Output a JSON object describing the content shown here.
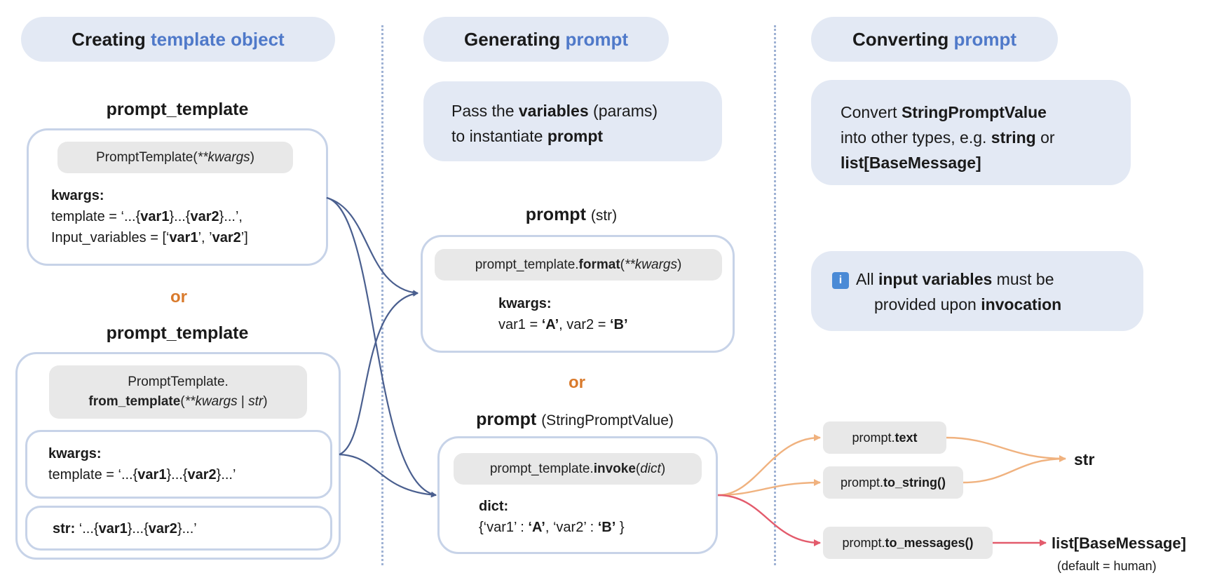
{
  "columns": {
    "creating": {
      "title_prefix": "Creating",
      "title_accent": "template object"
    },
    "generating": {
      "title_prefix": "Generating",
      "title_accent": "prompt"
    },
    "converting": {
      "title_prefix": "Converting",
      "title_accent": "prompt"
    }
  },
  "creating": {
    "block1": {
      "heading": "prompt_template",
      "chip": {
        "name": "PromptTemplate(",
        "args": "**kwargs",
        "close": ")"
      },
      "kwargs_label": "kwargs:",
      "line1": {
        "a": "template = ‘...{",
        "v1": "var1",
        "b": "}...{",
        "v2": "var2",
        "c": "}...’,"
      },
      "line2": {
        "a": "Input_variables = [‘",
        "v1": "var1",
        "b": "’, ’",
        "v2": "var2",
        "c": "’]"
      }
    },
    "or": "or",
    "block2": {
      "heading": "prompt_template",
      "chip": {
        "line1": "PromptTemplate.",
        "method": "from_template",
        "open": "(",
        "args": "**kwargs",
        "sep": " | ",
        "args2": "str",
        "close": ")"
      },
      "kwargs_label": "kwargs:",
      "line1": {
        "a": "template = ‘...{",
        "v1": "var1",
        "b": "}...{",
        "v2": "var2",
        "c": "}...’"
      },
      "str_label": "str:",
      "str_line": {
        "a": " ‘...{",
        "v1": "var1",
        "b": "}...{",
        "v2": "var2",
        "c": "}...’"
      }
    }
  },
  "generating": {
    "note": {
      "a": "Pass the ",
      "b": "variables",
      "c": " (params)",
      "d": "to instantiate ",
      "e": "prompt"
    },
    "block1": {
      "heading": "prompt",
      "heading_sub": "(str)",
      "chip": {
        "a": "prompt_template.",
        "method": "format",
        "open": "(",
        "args": "**kwargs",
        "close": ")"
      },
      "kwargs_label": "kwargs:",
      "line": {
        "a": "var1 = ",
        "v1": "‘A’",
        "b": ",  var2 = ",
        "v2": "‘B’"
      }
    },
    "or": "or",
    "block2": {
      "heading": "prompt",
      "heading_sub": "(StringPromptValue)",
      "chip": {
        "a": "prompt_template.",
        "method": "invoke",
        "open": "(",
        "args": "dict",
        "close": ")"
      },
      "dict_label": "dict:",
      "line": {
        "a": "{‘var1’ : ",
        "v1": "‘A’",
        "b": ",  ‘var2’ : ",
        "v2": "‘B’",
        "c": " }"
      }
    }
  },
  "converting": {
    "note1": {
      "a": "Convert ",
      "b": "StringPromptValue",
      "c": "into other types, e.g. ",
      "d": "string",
      "e": " or",
      "f": "list[BaseMessage]"
    },
    "note2": {
      "icon": "i",
      "a": "All ",
      "b": "input variables",
      "c": " must be",
      "d": "provided upon ",
      "e": "invocation"
    },
    "methods": [
      {
        "prefix": "prompt.",
        "name": "text"
      },
      {
        "prefix": "prompt.",
        "name": "to_string()"
      },
      {
        "prefix": "prompt.",
        "name": "to_messages()"
      }
    ],
    "out_str": "str",
    "out_list": "list[BaseMessage]",
    "out_list_note": "(default = human)"
  },
  "colors": {
    "accent": "#4f79c9",
    "or": "#d97a2c",
    "wire_blue": "#4a5f8f",
    "wire_orange": "#f0b27f",
    "wire_red": "#e35b6c",
    "pill_bg": "#e3e9f4",
    "chip_bg": "#e8e8e8",
    "box_border": "#c7d3e8"
  }
}
